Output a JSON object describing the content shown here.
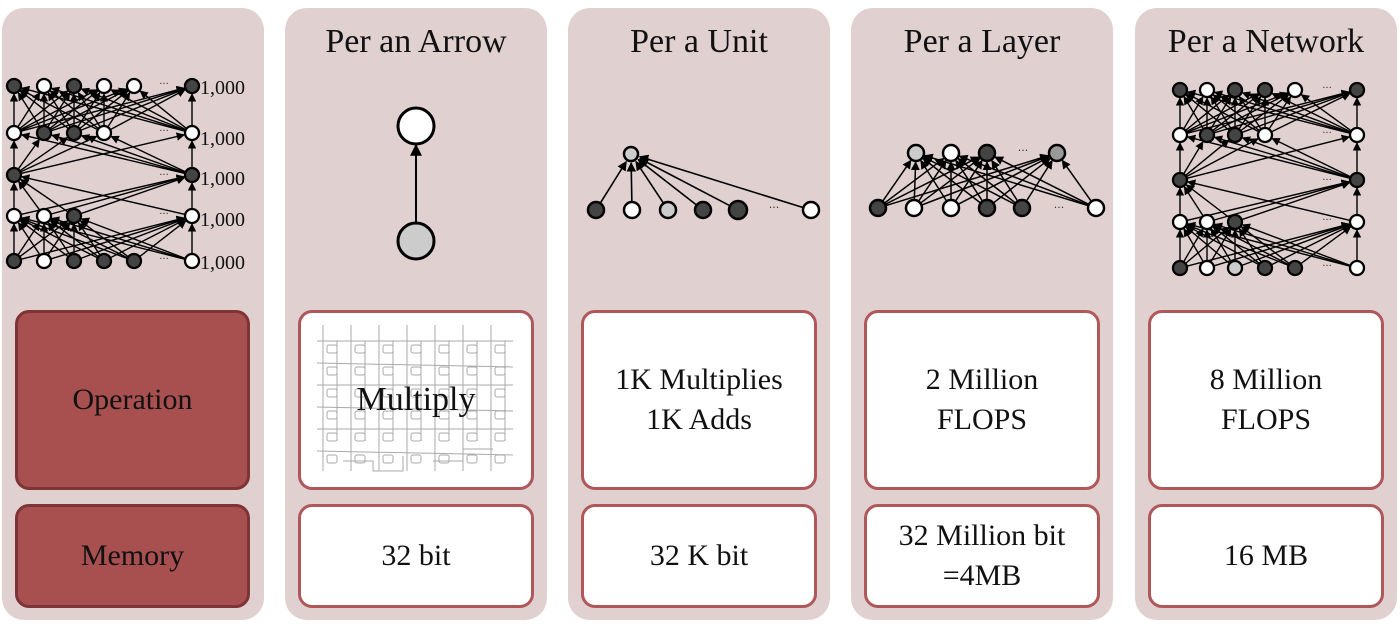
{
  "columns": [
    {
      "id": "layers",
      "title": "",
      "layer_sizes": [
        "1,000",
        "1,000",
        "1,000",
        "1,000",
        "1,000"
      ],
      "operation": [
        "Operation"
      ],
      "memory": [
        "Memory"
      ]
    },
    {
      "id": "arrow",
      "title": "Per an Arrow",
      "operation": [
        "Multiply"
      ],
      "memory": [
        "32 bit"
      ]
    },
    {
      "id": "unit",
      "title": "Per a Unit",
      "operation": [
        "1K Multiplies",
        "1K Adds"
      ],
      "memory": [
        "32 K bit"
      ]
    },
    {
      "id": "layer",
      "title": "Per a Layer",
      "operation": [
        "2 Million",
        "FLOPS"
      ],
      "memory": [
        "32 Million bit",
        "=4MB"
      ]
    },
    {
      "id": "network",
      "title": "Per a Network",
      "operation": [
        "8 Million",
        "FLOPS"
      ],
      "memory": [
        "16 MB"
      ]
    }
  ],
  "ellipsis": "...",
  "colors": {
    "panel_bg": "#e0d0d0",
    "box_border": "#b0575a",
    "label_box_fill": "#a84f50",
    "node_dark": "#444444",
    "node_mid": "#999999",
    "node_light": "#cccccc",
    "node_white": "#ffffff"
  }
}
